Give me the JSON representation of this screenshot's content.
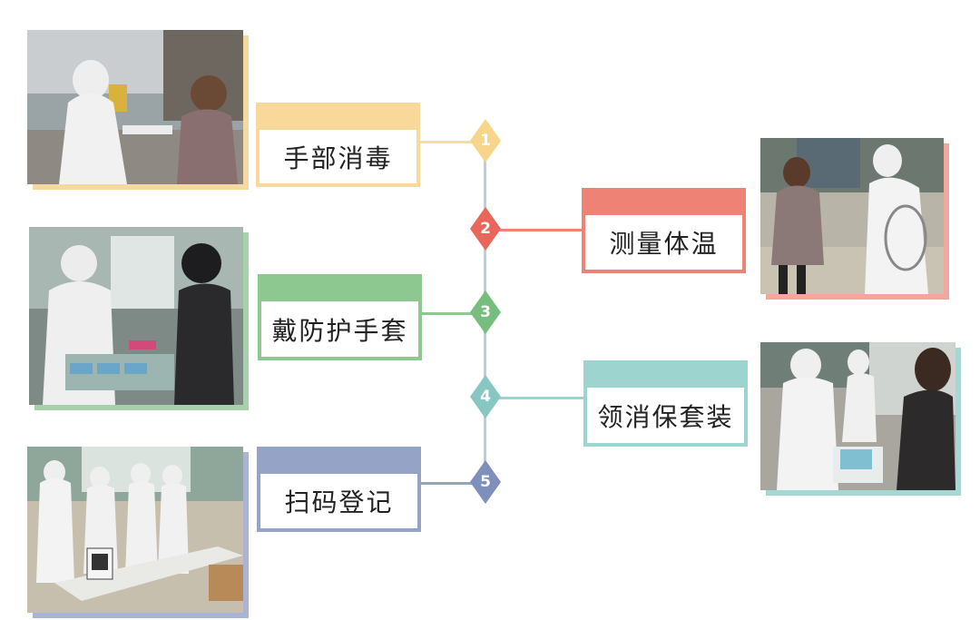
{
  "steps": [
    {
      "number": "1",
      "label": "手部消毒",
      "color": "#f9d99a",
      "marker_color": "#f7d68c",
      "side": "left"
    },
    {
      "number": "2",
      "label": "测量体温",
      "color": "#ee8275",
      "marker_color": "#e8675a",
      "side": "right"
    },
    {
      "number": "3",
      "label": "戴防护手套",
      "color": "#8cc890",
      "marker_color": "#78bd80",
      "side": "left"
    },
    {
      "number": "4",
      "label": "领消保套装",
      "color": "#9ed4d0",
      "marker_color": "#88c6c2",
      "side": "right"
    },
    {
      "number": "5",
      "label": "扫码登记",
      "color": "#95a3c6",
      "marker_color": "#7f8fbb",
      "side": "left"
    }
  ],
  "photos": [
    {
      "name": "photo-hand-disinfection",
      "shadow_color": "#f4d9a2"
    },
    {
      "name": "photo-temperature-check",
      "shadow_color": "#f2a79e"
    },
    {
      "name": "photo-gloves",
      "shadow_color": "#a7d1ab"
    },
    {
      "name": "photo-protective-kit",
      "shadow_color": "#a6d8d3"
    },
    {
      "name": "photo-qr-registration",
      "shadow_color": "#a9b3d3"
    }
  ],
  "spine_color": "#b7cfe0"
}
